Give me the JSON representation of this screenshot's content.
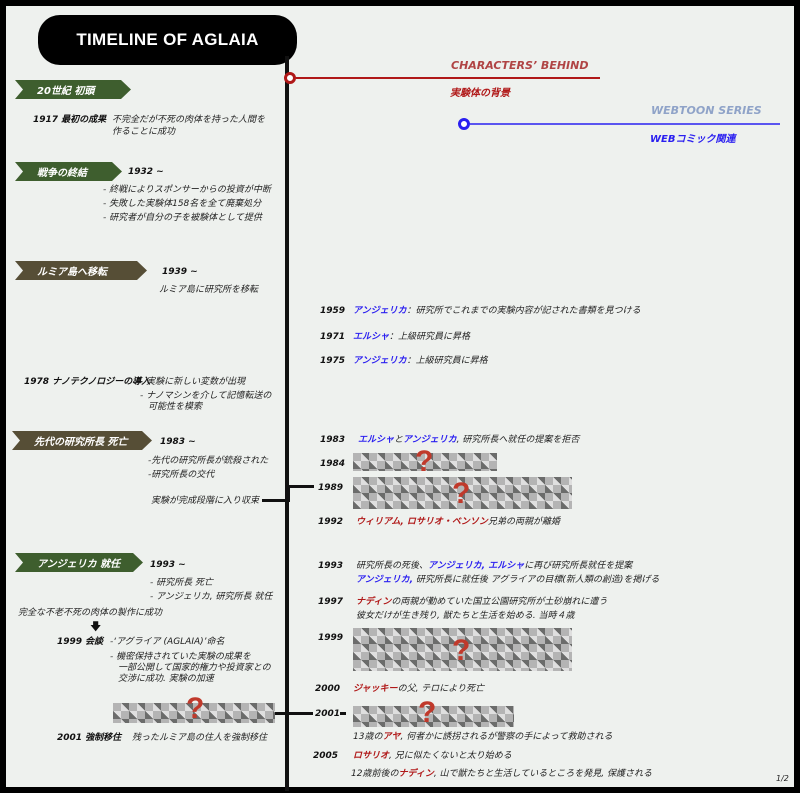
{
  "title": "TIMELINE OF AGLAIA",
  "legend": {
    "characters_en": "CHARACTERS’ BEHIND",
    "characters_jp": "実験体の背景",
    "webtoon_en": "WEBTOON SERIES",
    "webtoon_jp": "WEBコミック関連",
    "red": "#b01818",
    "blue": "#2a1ff0"
  },
  "left": {
    "b1": "20世紀 初頭",
    "e1917_head": "1917 最初の成果",
    "e1917_l1": "不完全だが不死の肉体を持った人間を",
    "e1917_l2": "作ることに成功",
    "b2": "戦争の終結",
    "y1932": "1932 ~",
    "e1932_l1": "- 終戦によりスポンサーからの投資が中断",
    "e1932_l2": "- 失敗した実験体158名を全て廃棄処分",
    "e1932_l3": "- 研究者が自分の子を被験体として提供",
    "b3": "ルミア島へ移転",
    "y1939": "1939 ~",
    "e1939_l1": "ルミア島に研究所を移転",
    "e1978_head": "1978 ナノテクノロジーの導入",
    "e1978_l1": "- 実験に新しい変数が出現",
    "e1978_l2": "- ナノマシンを介して記憶転送の",
    "e1978_l3": "可能性を模索",
    "b4": "先代の研究所長 死亡",
    "y1983": "1983 ~",
    "e1983_l1": "-先代の研究所長が銃殺された",
    "e1983_l2": "-研究所長の交代",
    "e1983_l3": "実験が完成段階に入り収束",
    "b5": "アンジェリカ 就任",
    "y1993": "1993 ~",
    "e1993_l1": "- 研究所長 死亡",
    "e1993_l2": "- アンジェリカ, 研究所長 就任",
    "success": "完全な不老不死の肉体の製作に成功",
    "arrow": "🡇",
    "e1999_head": "1999 会談",
    "e1999_l1": "-‘アグライア (AGLAIA)’命名",
    "e1999_l2": "- 機密保持されていた実験の成果を",
    "e1999_l3": "一部公開して国家的権力や投資家との",
    "e1999_l4": "交渉に成功. 実験の加速",
    "e2001_head": "2001 強制移住",
    "e2001_l1": "残ったルミア島の住人を強制移住"
  },
  "right": {
    "y1959": "1959",
    "n1959": "アンジェリカ",
    "t1959": "：研究所でこれまでの実験内容が記された書類を見つける",
    "y1971": "1971",
    "n1971": "エルシャ",
    "t1971": "：上級研究員に昇格",
    "y1975": "1975",
    "n1975": "アンジェリカ",
    "t1975": "：上級研究員に昇格",
    "y1983": "1983",
    "n1983a": "エルシャ",
    "t1983a": "と",
    "n1983b": "アンジェリカ",
    "t1983b": ", 研究所長へ就任の提案を拒否",
    "y1984": "1984",
    "y1989": "1989",
    "y1992": "1992",
    "n1992": "ウィリアム, ロサリオ・ベンソン",
    "t1992": "兄弟の両親が離婚",
    "y1993": "1993",
    "t1993a": "研究所長の死後、",
    "n1993a": "アンジェリカ, エルシャ",
    "t1993b": "に再び研究所長就任を提案",
    "n1993b": "アンジェリカ,",
    "t1993c": " 研究所長に就任後 アグライアの目標(新人類の創造)を掲げる",
    "y1997": "1997",
    "n1997": "ナディン",
    "t1997a": "の両親が勤めていた国立公園研究所が土砂崩れに遭う",
    "t1997b": "彼女だけが生き残り, 獣たちと生活を始める.  当時４歳",
    "y1999": "1999",
    "y2000": "2000",
    "n2000": "ジャッキー",
    "t2000": "の父, テロにより死亡",
    "y2001": "2001",
    "t2001a": "13歳の",
    "n2001": "アヤ",
    "t2001b": ", 何者かに誘拐されるが警察の手によって救助される",
    "y2005": "2005",
    "n2005a": "ロサリオ",
    "t2005a": ", 兄に似たくないと太り始める",
    "t2005b": "12歳前後の",
    "n2005b": "ナディン",
    "t2005c": ", 山で獣たちと生活しているところを発見, 保護される"
  },
  "hidden_mark": "?",
  "page": "1/2"
}
